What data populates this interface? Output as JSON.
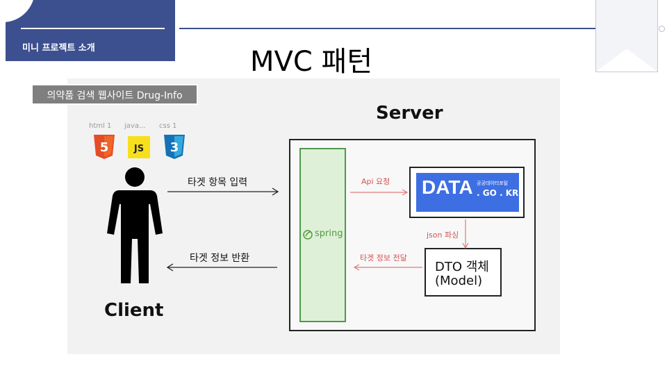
{
  "header": {
    "section_label": "미니 프로젝트 소개"
  },
  "slide": {
    "title": "MVC 패턴"
  },
  "diagram": {
    "caption": "의약품 검색 웹사이트 Drug-Info",
    "tech": [
      {
        "label": "html 1",
        "badge": "5",
        "color": "#e44d26"
      },
      {
        "label": "java...",
        "badge": "JS",
        "color": "#f7df1e"
      },
      {
        "label": "css 1",
        "badge": "3",
        "color": "#2965f1"
      }
    ],
    "client_label": "Client",
    "server_label": "Server",
    "spring_label": "spring",
    "data_logo": {
      "big": "DATA",
      "small_top": "공공데이터포털",
      "small_bottom": ". GO . KR"
    },
    "dto_lines": [
      "DTO 객체",
      "(Model)"
    ],
    "flows": {
      "request": "타겟 항목 입력",
      "response": "타겟 정보 반환",
      "api": "Api 요청",
      "parse": "json 파싱",
      "deliver": "타겟 정보 전달"
    },
    "colors": {
      "accent": "#3c4f8f",
      "spring": "#4e9b3a",
      "data": "#3d6fe3",
      "arrow_red": "#e07a7a"
    }
  }
}
